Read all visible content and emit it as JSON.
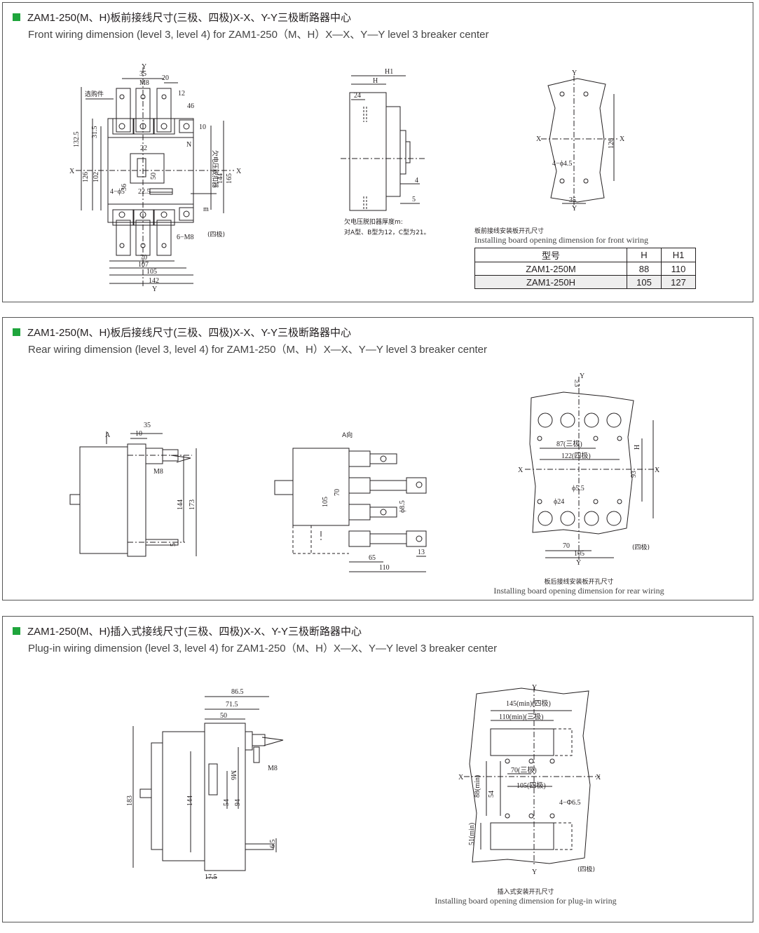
{
  "sections": [
    {
      "title_cn": "ZAM1-250(M、H)板前接线尺寸(三极、四极)X-X、Y-Y三极断路器中心",
      "title_en": "Front wiring dimension (level 3, level 4) for ZAM1-250（M、H）X—X、Y—Y level 3 breaker center",
      "caption_cn": "板前接线安装板开孔尺寸",
      "caption_en": "Installing board opening dimension for front wiring",
      "note_lines": [
        "欠电压脱扣器厚度m:",
        "对A型、B型为12，C型为21。"
      ],
      "table": {
        "headers": [
          "型号",
          "H",
          "H1"
        ],
        "rows": [
          [
            "ZAM1-250M",
            "88",
            "110"
          ],
          [
            "ZAM1-250H",
            "105",
            "127"
          ]
        ]
      },
      "dims": {
        "d35": "35",
        "dM8": "M8",
        "d20": "20",
        "d12": "12",
        "d46": "46",
        "d10": "10",
        "dY": "Y",
        "dX": "X",
        "dN": "N",
        "d132": "132.5",
        "d31": "31.5",
        "d126": "126",
        "d102": "102",
        "d22": "22",
        "d50": "50",
        "d36": "36",
        "d4phi5": "4−ϕ5",
        "d22_5": "22.5",
        "d144": "144",
        "d165": "165",
        "dm": "m",
        "d6M8": "6−M8",
        "dsiji": "(四极)",
        "d70": "70",
        "d107": "107",
        "d105": "105",
        "d142": "142",
        "dxuan": "选购件",
        "dqian": "欠电压脱扣器",
        "dH1": "H1",
        "dH": "H",
        "d24": "24",
        "d4": "4",
        "d5": "5",
        "d4phi45": "4−ϕ4.5",
        "d126b": "126",
        "d35b": "35"
      }
    },
    {
      "title_cn": "ZAM1-250(M、H)板后接线尺寸(三极、四极)X-X、Y-Y三极断路器中心",
      "title_en": "Rear wiring dimension (level 3, level 4) for ZAM1-250（M、H）X—X、Y—Y level 3 breaker center",
      "caption_cn": "板后接线安装板开孔尺寸",
      "caption_en": "Installing board opening dimension for rear wiring",
      "dims": {
        "dA": "A",
        "d35": "35",
        "d10": "10",
        "dM8": "M8",
        "d144": "144",
        "d173": "173",
        "d5": "5",
        "dAdir": "A向",
        "d105": "105",
        "d70": "70",
        "dphi85": "ϕ8.5",
        "d65": "65",
        "d13": "13",
        "d110": "110",
        "dge3": "≥3",
        "dY": "Y",
        "d87": "87(三极)",
        "d122": "122(四极)",
        "dH": "H",
        "d93": "93",
        "dX": "X",
        "dphi55": "ϕ5.5",
        "dphi24": "ϕ24",
        "d70b": "70",
        "d105b": "105",
        "dsiji": "(四极)"
      }
    },
    {
      "title_cn": "ZAM1-250(M、H)插入式接线尺寸(三极、四极)X-X、Y-Y三极断路器中心",
      "title_en": "Plug-in wiring dimension (level 3, level 4) for ZAM1-250（M、H）X—X、Y—Y level 3 breaker center",
      "caption_cn": "插入式安装开孔尺寸",
      "caption_en": "Installing board opening dimension for plug-in wiring",
      "dims": {
        "d86": "86.5",
        "d71": "71.5",
        "d50": "50",
        "dM6": "M6",
        "dM8": "M8",
        "d183": "183",
        "d144": "144",
        "d54": "54",
        "d94": "94",
        "d6_5": "6.5",
        "d17": "17.5",
        "dY": "Y",
        "dX": "X",
        "d145": "145(min)(四极)",
        "d110": "110(min)(三极)",
        "d70": "70(三极)",
        "d105": "105(四极)",
        "d88": "88(min)",
        "d54b": "54",
        "d4phi65": "4−Φ6.5",
        "d51": "51(min)",
        "dsiji": "(四极)"
      }
    }
  ]
}
